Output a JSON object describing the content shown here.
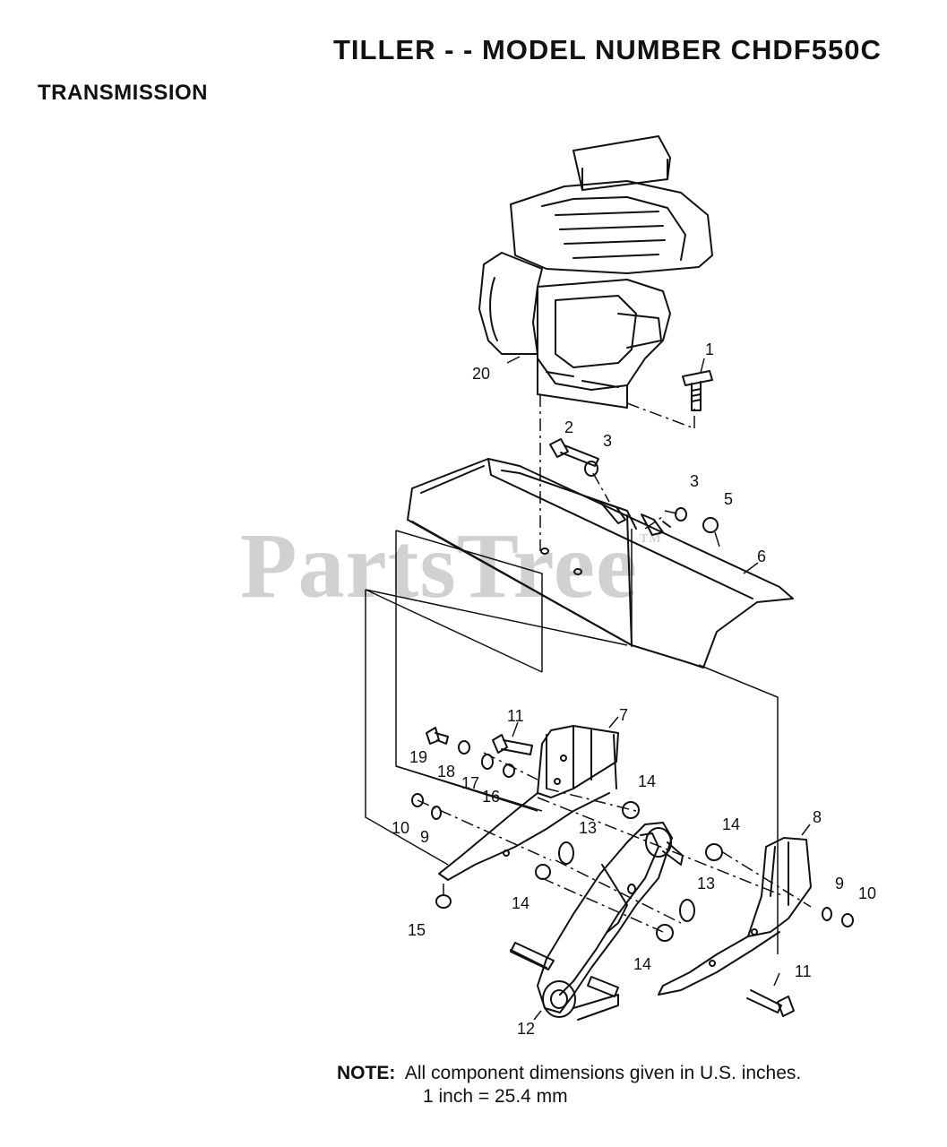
{
  "header": {
    "title": "TILLER - - MODEL NUMBER CHDF550C",
    "section": "TRANSMISSION"
  },
  "watermark": {
    "text": "PartsTree",
    "mark": "TM"
  },
  "callouts": {
    "c1": "1",
    "c2": "2",
    "c3a": "3",
    "c3b": "3",
    "c5": "5",
    "c6": "6",
    "c7": "7",
    "c8": "8",
    "c9a": "9",
    "c9b": "9",
    "c10a": "10",
    "c10b": "10",
    "c11a": "11",
    "c11b": "11",
    "c12": "12",
    "c13a": "13",
    "c13b": "13",
    "c14a": "14",
    "c14b": "14",
    "c14c": "14",
    "c14d": "14",
    "c15": "15",
    "c16": "16",
    "c17": "17",
    "c18": "18",
    "c19": "19",
    "c20": "20"
  },
  "note": {
    "label": "NOTE:",
    "line1": "All component dimensions given in U.S. inches.",
    "line2": "1 inch = 25.4 mm"
  }
}
